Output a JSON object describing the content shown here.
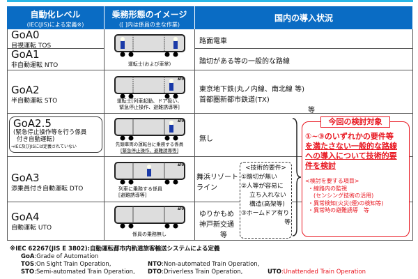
{
  "header": {
    "col1_title": "自動化レベル",
    "col1_sub": "(IEC(JIS)による定義※)",
    "col2_title": "乗務形態のイメージ",
    "col2_sub": "([ ]内は係員の主な作業)",
    "col3_title": "国内の導入状況"
  },
  "rows": [
    {
      "goa": "GoA0",
      "name": "目視運転 TOS",
      "status": "路面電車"
    },
    {
      "goa": "GoA1",
      "name": "非自動運転 NTO",
      "status": "踏切がある等の一般的な路線",
      "caption": "運転士(および車掌)"
    },
    {
      "goa": "GoA2",
      "name": "半自動運転 STO",
      "status_lines": [
        "東京地下鉄(丸ノ内線、南北線 等)",
        "首都圏新都市鉄道(TX)",
        "等"
      ],
      "caption_lines": [
        "運転士[列車起動、ドア扱い、",
        "緊急停止操作、避難誘導等]"
      ]
    },
    {
      "goa": "GoA2.5",
      "name_lines": [
        "(緊急停止操作等を行う係員",
        "付き自動運転)"
      ],
      "note": "⇒IEC及びJISには定義されていない",
      "status": "無し",
      "caption_lines": [
        "先頭車両の運転台に乗務する係員",
        "[緊急停止操作、避難誘導等]"
      ]
    },
    {
      "goa": "GoA3",
      "name": "添乗員付き自動運転 DTO",
      "status_lines": [
        "舞浜リゾート",
        "ライン"
      ],
      "caption_lines": [
        "列車に乗務する係員",
        "[避難誘導等]"
      ]
    },
    {
      "goa": "GoA4",
      "name": "自動運転 UTO",
      "status_lines": [
        "ゆりかもめ",
        "神戸新交通",
        "等"
      ],
      "caption": "係員の乗務無し"
    }
  ],
  "ato_label": "ATO",
  "requirements": {
    "title": "<技術的要件>",
    "items": [
      "①踏切が無い",
      "②人等が容易に",
      "立ち入れない",
      "構造(高架等)",
      "③ホームドア有り",
      "等"
    ]
  },
  "study": {
    "title": "今回の検討対象",
    "main_lines": [
      "①~③のいずれかの要件等",
      "を満たさない一般的な路線",
      "への導入について技術的要",
      "件を検討"
    ],
    "items_title": "<検討を要する項目>",
    "items": [
      "・線路内の監視",
      "(センシング技術の活用)",
      "・異常検知(火災(煙)の検知等)",
      "・異常時の避難誘導　等"
    ]
  },
  "footnote": {
    "line1": "※IEC 62267(JIS E 3802):自動運転都市内軌道旅客輸送システムによる定義",
    "goa_k": "GoA",
    "goa_v": ":Grade of Automation",
    "tos_k": "TOS",
    "tos_v": ":On Sight Train Operation,",
    "nto_k": "NTO",
    "nto_v": ":Non-automated Train Operation,",
    "sto_k": "STO",
    "sto_v": ":Semi-automated Train Operation,",
    "dto_k": "DTO",
    "dto_v": ":Driverless Train Operation,",
    "uto_k": "UTO",
    "uto_v": ":Unattended Train Operation"
  },
  "colors": {
    "header": "#0a6cc4",
    "accent": "#e8141e"
  }
}
